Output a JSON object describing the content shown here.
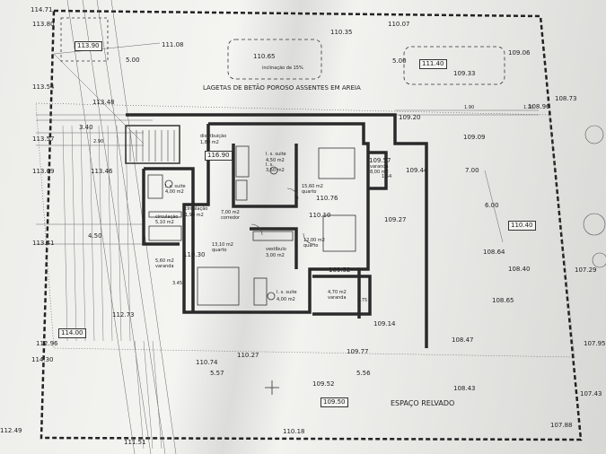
{
  "plan": {
    "heading_paving": "LAGETAS DE BETÃO POROSO ASSENTES EM AREIA",
    "heading_lawn": "ESPAÇO RELVADO",
    "incline_note": "inclinação de 15%",
    "levels_boxed": [
      "113.90",
      "111.40",
      "116.90",
      "110.40",
      "114.00",
      "109.50"
    ],
    "elevations_top": [
      "114.71",
      "113.80",
      "111.08",
      "110.65",
      "110.35",
      "110.07",
      "109.33",
      "109.06",
      "108.96",
      "108.73"
    ],
    "elevations_left": [
      "113.54",
      "113.48",
      "113.57",
      "113.46",
      "113.09",
      "113.41",
      "112.73",
      "112.96",
      "114.30",
      "112.49"
    ],
    "elevations_interior": [
      "109.20",
      "109.09",
      "109.44",
      "109.27",
      "110.76",
      "110.10",
      "109.52",
      "110.30",
      "109.14",
      "109.77",
      "110.27",
      "110.74",
      "109.52",
      "110.18",
      "111.51",
      "109.57"
    ],
    "elevations_right": [
      "108.64",
      "108.40",
      "108.65",
      "107.29",
      "108.47",
      "107.95",
      "108.43",
      "107.43",
      "107.88"
    ],
    "dims": [
      "3.40",
      "2.90",
      "4.50",
      "5.00",
      "5.00",
      "7.00",
      "6.00",
      "5.57",
      "5.56",
      "1.90",
      "1.20",
      "3.45",
      "1.75",
      "1.54"
    ],
    "rooms": [
      {
        "name": "I. s. suite",
        "area": "4,50 m2"
      },
      {
        "name": "distribuição",
        "area": "1,80 m2"
      },
      {
        "name": "I. s. suite",
        "area": "4,00 m2"
      },
      {
        "name": "circulação",
        "area": "5,10 m2"
      },
      {
        "name": "circulação",
        "area": "1,90 m2"
      },
      {
        "name": "I. s.",
        "area": "3,50 m2"
      },
      {
        "name": "quarto",
        "area": "15,60 m2"
      },
      {
        "name": "corredor",
        "area": "7,00 m2"
      },
      {
        "name": "quarto",
        "area": "13,10 m2"
      },
      {
        "name": "vestíbulo",
        "area": "3,00 m2"
      },
      {
        "name": "quarto",
        "area": "12,00 m2"
      },
      {
        "name": "varanda",
        "area": "5,60 m2"
      },
      {
        "name": "I. s. suite",
        "area": "4,00 m2"
      },
      {
        "name": "varanda",
        "area": "4,70 m2"
      },
      {
        "name": "varanda",
        "area": "8,00 m2"
      }
    ]
  }
}
